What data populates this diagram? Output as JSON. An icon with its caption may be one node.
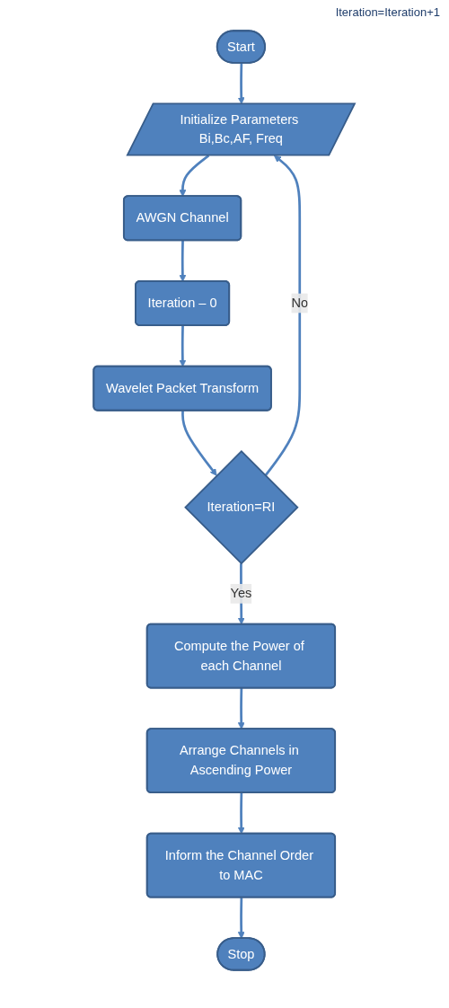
{
  "diagram": {
    "nodes": [
      {
        "text": [
          "Start"
        ]
      },
      {
        "text": [
          "Initialize Parameters Bi,Bc,AF, Freq"
        ]
      },
      {
        "text": [
          "AWGN Channel"
        ]
      },
      {
        "text": [
          "Iteration – 0"
        ]
      },
      {
        "text": [
          "Wavelet Packet Transform"
        ]
      },
      {
        "text": [
          "Iteration=RI"
        ]
      },
      {
        "text": [
          "Compute the Power of each Channel"
        ]
      },
      {
        "text": [
          "Arrange Channels in Ascending Power"
        ]
      },
      {
        "text": [
          "Inform the Channel Order to MAC"
        ]
      },
      {
        "text": [
          "Stop"
        ]
      }
    ],
    "edges": [
      {
        "from": 0,
        "to": 1,
        "arrow": "to"
      },
      {
        "from": 1,
        "to": 2,
        "arrow": "to"
      },
      {
        "from": 2,
        "to": 3,
        "arrow": "to"
      },
      {
        "from": 3,
        "to": 4,
        "arrow": "to"
      },
      {
        "from": 4,
        "to": 5,
        "arrow": "to"
      },
      {
        "from": 5,
        "to": 1,
        "arrow": "to",
        "label": "No"
      },
      {
        "from": 5,
        "to": 6,
        "arrow": "to",
        "label": "Yes"
      },
      {
        "from": 6,
        "to": 7,
        "arrow": "to"
      },
      {
        "from": 7,
        "to": 8,
        "arrow": "to"
      },
      {
        "from": 8,
        "to": 9,
        "arrow": "to"
      }
    ],
    "labels": [
      "Iteration=Iteration+1"
    ]
  }
}
